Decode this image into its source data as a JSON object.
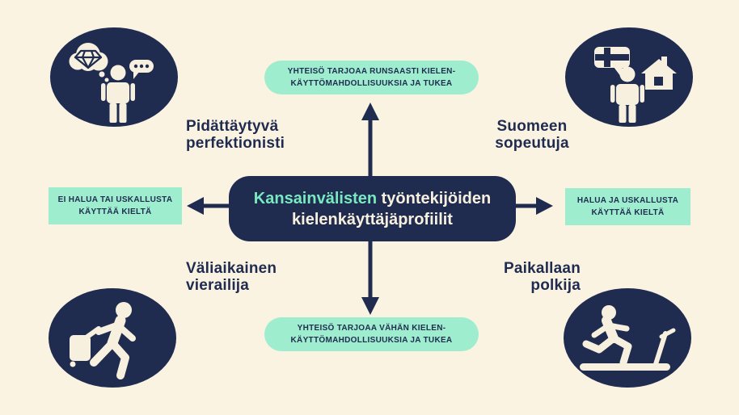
{
  "title": {
    "accent": "Kansainvälisten",
    "rest": "työntekijöiden",
    "line2": "kielenkäyttäjäprofiilit"
  },
  "axes": {
    "top": {
      "line1": "YHTEISÖ TARJOAA RUNSAASTI KIELEN-",
      "line2": "KÄYTTÖMAHDOLLISUUKSIA JA TUKEA"
    },
    "bottom": {
      "line1": "YHTEISÖ TARJOAA VÄHÄN KIELEN-",
      "line2": "KÄYTTÖMAHDOLLISUUKSIA JA TUKEA"
    },
    "left": {
      "line1": "EI HALUA TAI USKALLUSTA",
      "line2": "KÄYTTÄÄ KIELTÄ"
    },
    "right": {
      "line1": "HALUA JA USKALLUSTA",
      "line2": "KÄYTTÄÄ KIELTÄ"
    }
  },
  "quadrants": {
    "top_left": {
      "line1": "Pidättäytyvä",
      "line2": "perfektionisti",
      "icon": "person-thought-diamond-icon"
    },
    "top_right": {
      "line1": "Suomeen",
      "line2": "sopeutuja",
      "icon": "person-finland-flag-house-icon"
    },
    "bottom_left": {
      "line1": "Väliaikainen",
      "line2": "vierailija",
      "icon": "traveler-suitcase-icon"
    },
    "bottom_right": {
      "line1": "Paikallaan",
      "line2": "polkija",
      "icon": "treadmill-runner-icon"
    }
  },
  "colors": {
    "background": "#FBF3E2",
    "navy": "#1F2C50",
    "mint": "#9EEDCF",
    "accent_green": "#79E9BF",
    "cream_text": "#F8F0DF"
  }
}
